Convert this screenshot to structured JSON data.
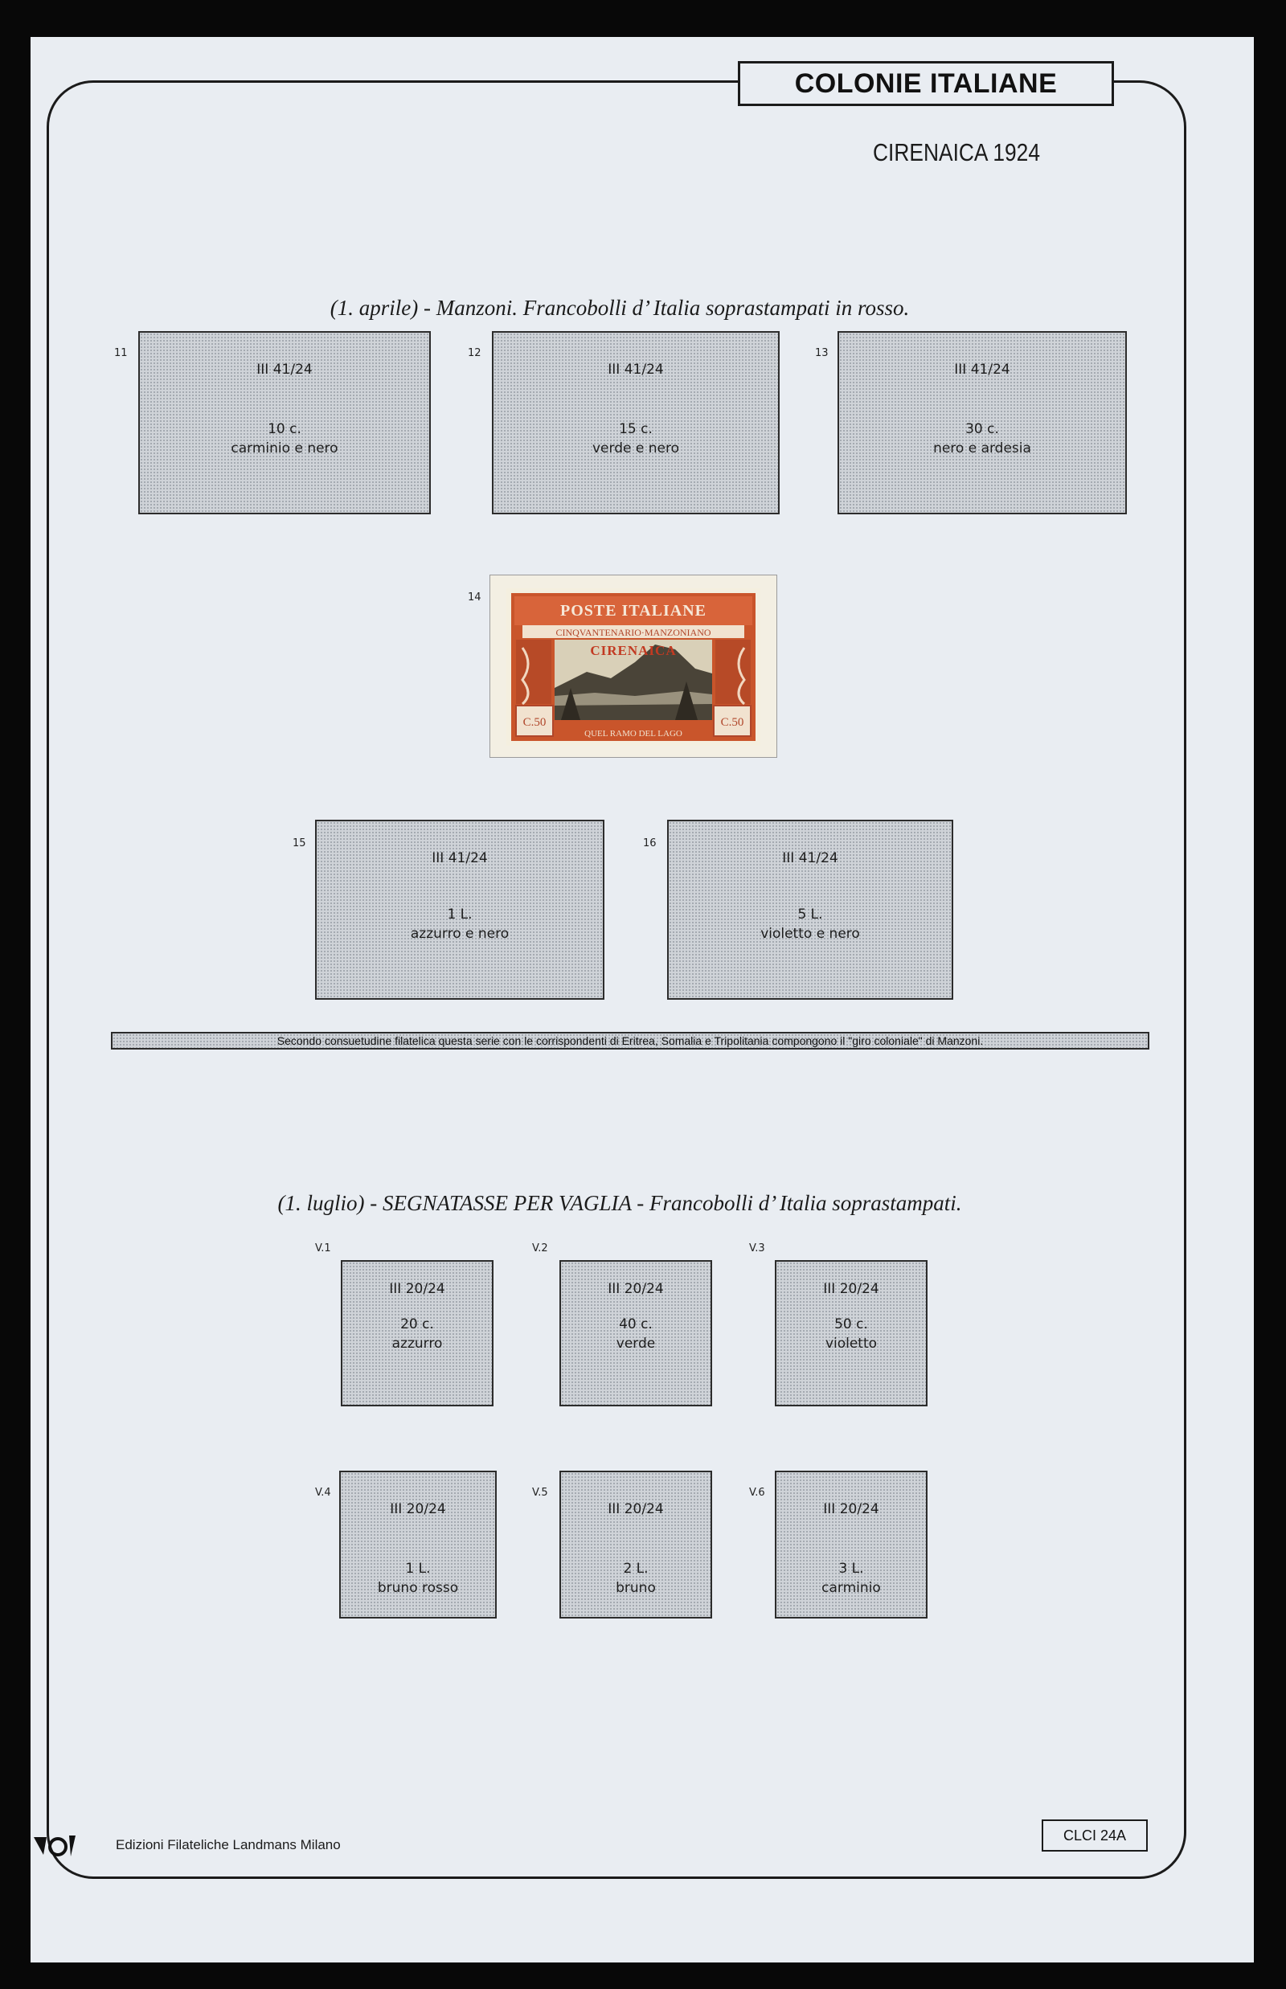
{
  "header": {
    "title": "COLONIE ITALIANE",
    "subtitle": "CIRENAICA 1924"
  },
  "section1": {
    "title": "(1. aprile) - Manzoni. Francobolli d’ Italia soprastampati in rosso.",
    "slots": [
      {
        "number": "11",
        "catalog": "III 41/24",
        "value": "10 c.",
        "color": "carminio e nero"
      },
      {
        "number": "12",
        "catalog": "III 41/24",
        "value": "15 c.",
        "color": "verde e nero"
      },
      {
        "number": "13",
        "catalog": "III 41/24",
        "value": "30 c.",
        "color": "nero e ardesia"
      },
      {
        "number": "15",
        "catalog": "III 41/24",
        "value": "1 L.",
        "color": "azzurro e nero"
      },
      {
        "number": "16",
        "catalog": "III 41/24",
        "value": "5 L.",
        "color": "violetto e nero"
      }
    ],
    "stamp": {
      "number": "14",
      "top_text": "POSTE ITALIANE",
      "banner_text": "CINQVANTENARIO·MANZONIANO",
      "overprint": "CIRENAICA",
      "value_left": "C.50",
      "value_right": "C.50",
      "bottom_text": "QUEL RAMO DEL LAGO"
    },
    "note": "Secondo consuetudine filatelica questa serie con le corrispondenti di Eritrea, Somalia e Tripolitania compongono il \"giro coloniale\" di Manzoni."
  },
  "section2": {
    "title": "(1. luglio) - SEGNATASSE PER VAGLIA - Francobolli d’ Italia soprastampati.",
    "slots": [
      {
        "number": "V.1",
        "catalog": "III 20/24",
        "value": "20 c.",
        "color": "azzurro"
      },
      {
        "number": "V.2",
        "catalog": "III 20/24",
        "value": "40 c.",
        "color": "verde"
      },
      {
        "number": "V.3",
        "catalog": "III 20/24",
        "value": "50 c.",
        "color": "violetto"
      },
      {
        "number": "V.4",
        "catalog": "III 20/24",
        "value": "1 L.",
        "color": "bruno rosso"
      },
      {
        "number": "V.5",
        "catalog": "III 20/24",
        "value": "2 L.",
        "color": "bruno"
      },
      {
        "number": "V.6",
        "catalog": "III 20/24",
        "value": "3 L.",
        "color": "carminio"
      }
    ]
  },
  "footer": {
    "publisher": "Edizioni Filateliche Landmans Milano",
    "code": "CLCI 24A"
  },
  "colors": {
    "paper": "#e9edf2",
    "stamp_frame": "#c9552b",
    "stamp_paper": "#f3efe3"
  }
}
